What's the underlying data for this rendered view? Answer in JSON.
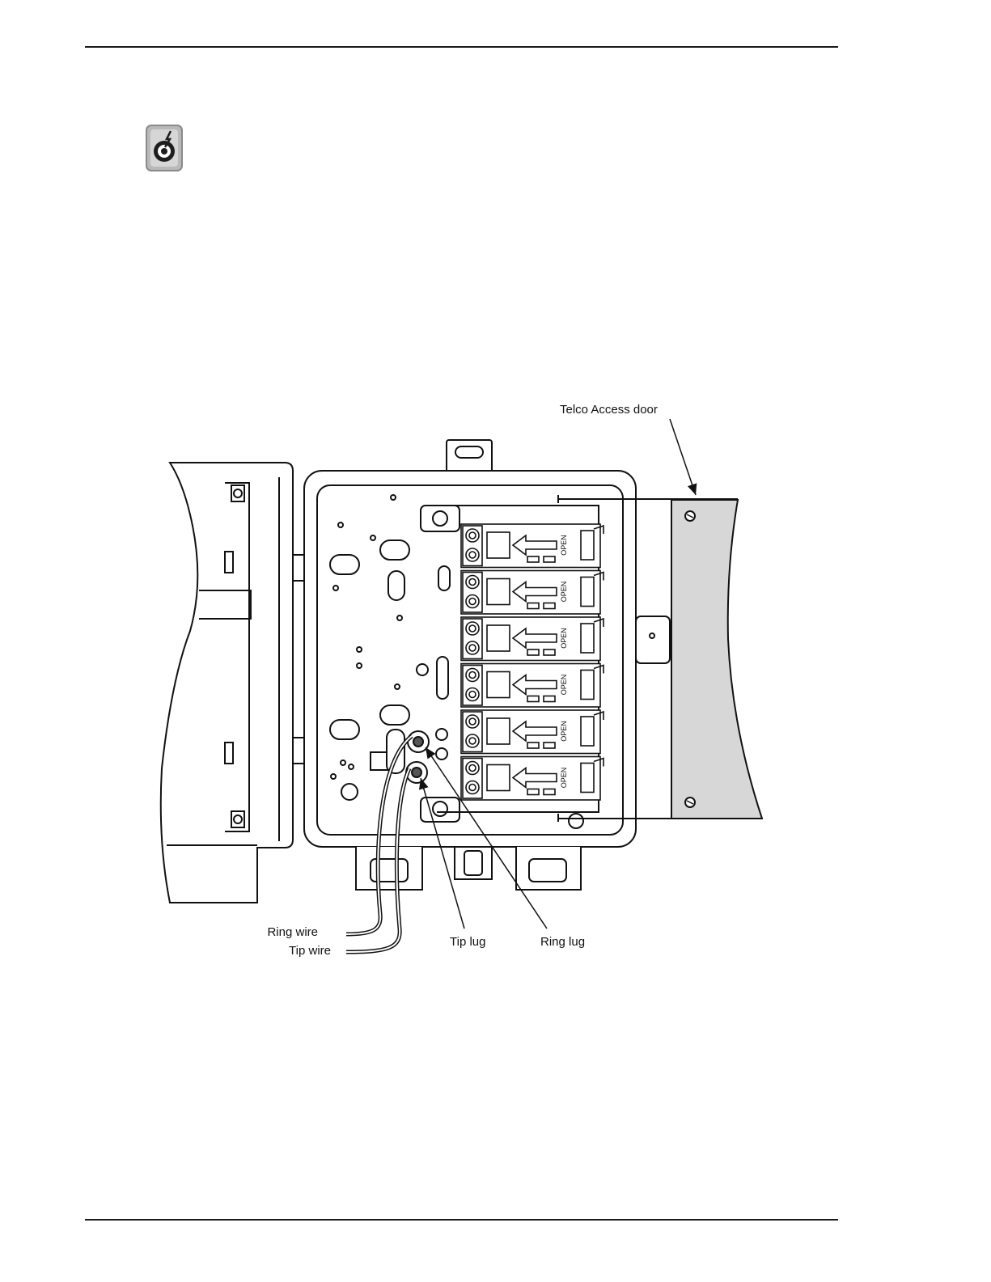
{
  "page": {
    "icon": "electrical-hazard-icon"
  },
  "figure": {
    "labels": {
      "door": "Telco Access door",
      "ring_wire": "Ring wire",
      "tip_wire": "Tip wire",
      "tip_lug": "Tip lug",
      "ring_lug": "Ring lug"
    },
    "module_text": "OPEN",
    "module_count": 6
  }
}
